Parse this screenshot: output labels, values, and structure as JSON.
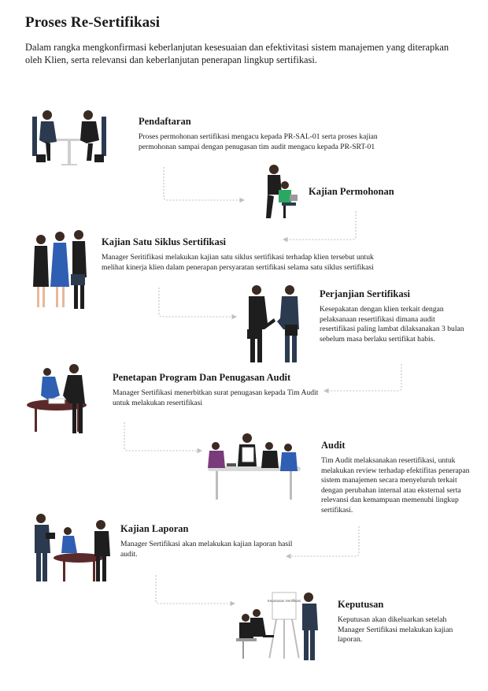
{
  "title": "Proses Re-Sertifikasi",
  "intro": "Dalam rangka mengkonfirmasi keberlanjutan kesesuaian dan efektivitasi sistem manajemen yang diterapkan oleh Klien, serta relevansi dan keberlanjutan penerapan lingkup sertifikasi.",
  "steps": [
    {
      "title": "Pendaftaran",
      "text": "Proses permohonan sertifikasi mengacu kepada PR-SAL-01 serta proses kajian permohonan sampai dengan penugasan tim audit mengacu kepada PR-SRT-01"
    },
    {
      "title": "Kajian Permohonan",
      "text": ""
    },
    {
      "title": "Kajian Satu Siklus Sertifikasi",
      "text": "Manager Seritifikasi melakukan kajian satu siklus sertifikasi terhadap klien tersebut untuk melihat kinerja klien dalam penerapan persyaratan sertifikasi selama satu siklus sertifikasi"
    },
    {
      "title": "Perjanjian Sertifikasi",
      "text": "Kesepakatan dengan klien terkait dengan pelaksanaan resertifikasi dimana audit resertifikasi paling lambat dilaksanakan 3 bulan sebelum masa berlaku sertifikat habis."
    },
    {
      "title": "Penetapan Program Dan Penugasan Audit",
      "text": "Manager Sertifikasi menerbitkan surat penugasan kepada Tim Audit untuk melakukan resertifikasi"
    },
    {
      "title": "Audit",
      "text": "Tim Audit melaksanakan resertifikasi, untuk melakukan review terhadap efektifitas penerapan sistem manajemen secara menyeluruh terkait dengan perubahan internal atau eksternal serta relevansi dan kemampuan memenuhi lingkup sertifikasi."
    },
    {
      "title": "Kajian Laporan",
      "text": "Manager Sertifikasi akan melakukan kajian laporan hasil audit."
    },
    {
      "title": "Keputusan",
      "text": "Keputusan akan dikeluarkan setelah Manager Sertifikasi melakukan kajian laporan."
    }
  ],
  "flipchart_text": "Keputusan Sertifikasi",
  "colors": {
    "suit": "#2b3a4f",
    "dark": "#1e1e1e",
    "blue": "#2f5fb3",
    "table": "#5a2a2a",
    "arrow": "#bfbfbf"
  }
}
